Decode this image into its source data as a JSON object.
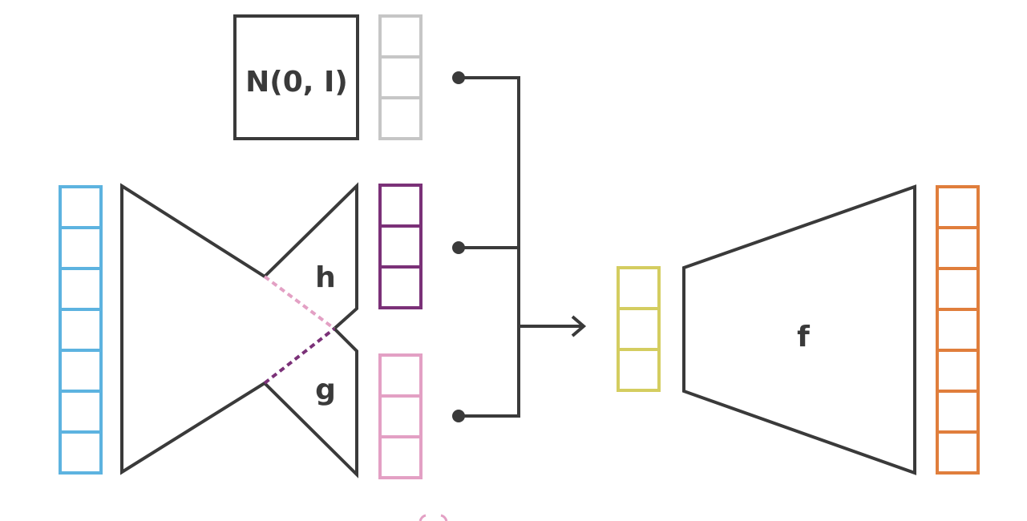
{
  "diagram": {
    "labels": {
      "noise": "N(0, I)",
      "encoder_h": "h",
      "encoder_g": "g",
      "decoder": "f"
    },
    "colors": {
      "outline": "#3a3a3a",
      "input_vector": "#5db3e0",
      "noise_vector": "#c6c6c6",
      "h_vector": "#7b3178",
      "g_vector": "#e3a0c4",
      "latent_vector": "#d4cd60",
      "output_vector": "#e07e3c"
    },
    "vectors": {
      "input_cells": 7,
      "noise_cells": 3,
      "h_cells": 3,
      "g_cells": 3,
      "latent_cells": 3,
      "output_cells": 7
    }
  }
}
